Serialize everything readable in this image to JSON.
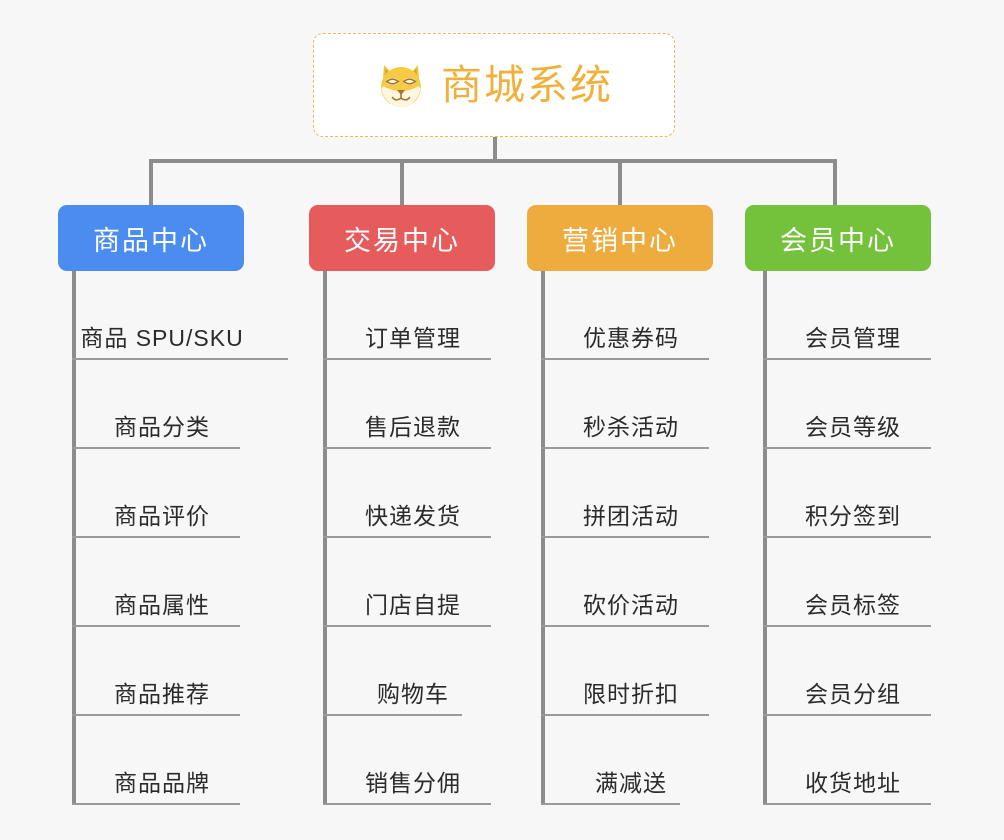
{
  "page": {
    "background_color": "#f7f7f7",
    "type": "mindmap-tree"
  },
  "root": {
    "title": "商城系统",
    "icon": "shiba-dog-face-emoji",
    "text_color": "#f0b03c",
    "border_color": "#e8b860",
    "background_color": "#ffffff"
  },
  "connector": {
    "color": "#8c8c8c"
  },
  "columns": [
    {
      "title": "商品中心",
      "color": "#4a8cf0",
      "text_color": "#ffffff",
      "items": [
        "商品 SPU/SKU",
        "商品分类",
        "商品评价",
        "商品属性",
        "商品推荐",
        "商品品牌"
      ]
    },
    {
      "title": "交易中心",
      "color": "#e65c5c",
      "text_color": "#ffffff",
      "items": [
        "订单管理",
        "售后退款",
        "快递发货",
        "门店自提",
        "购物车",
        "销售分佣"
      ]
    },
    {
      "title": "营销中心",
      "color": "#eeab3e",
      "text_color": "#ffffff",
      "items": [
        "优惠券码",
        "秒杀活动",
        "拼团活动",
        "砍价活动",
        "限时折扣",
        "满减送"
      ]
    },
    {
      "title": "会员中心",
      "color": "#74c13c",
      "text_color": "#ffffff",
      "items": [
        "会员管理",
        "会员等级",
        "积分签到",
        "会员标签",
        "会员分组",
        "收货地址"
      ]
    }
  ]
}
